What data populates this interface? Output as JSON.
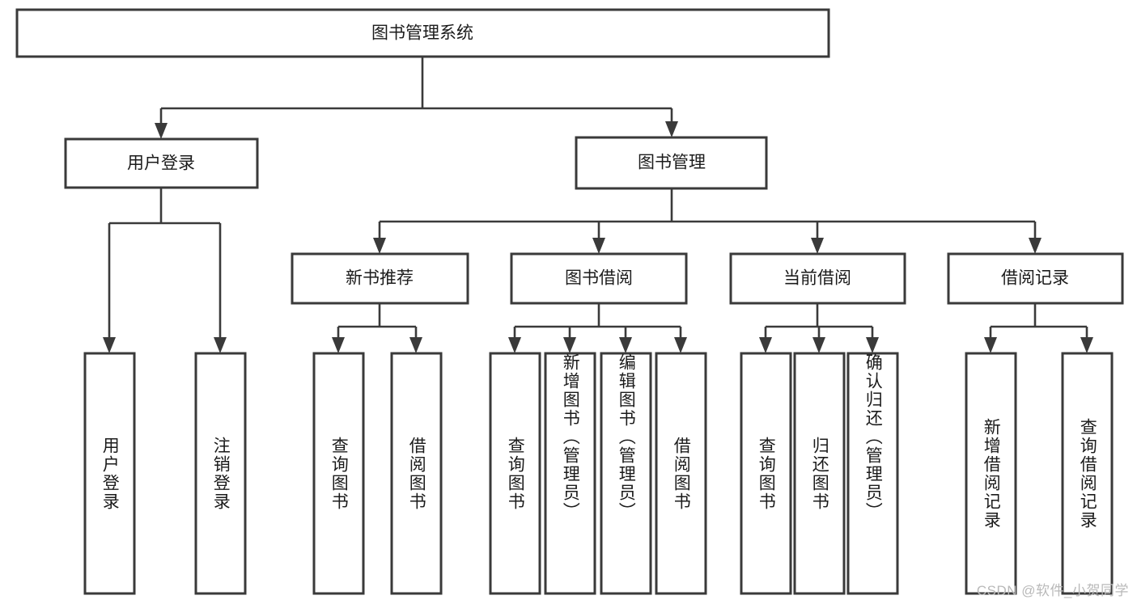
{
  "diagram": {
    "title": "图书管理系统",
    "type": "tree-hierarchy-diagram",
    "root": {
      "id": "root",
      "label": "图书管理系统",
      "orientation": "horizontal"
    },
    "level2": [
      {
        "id": "user-login",
        "label": "用户登录",
        "orientation": "horizontal"
      },
      {
        "id": "book-management",
        "label": "图书管理",
        "orientation": "horizontal"
      }
    ],
    "level3": [
      {
        "id": "new-book-recommend",
        "label": "新书推荐",
        "orientation": "horizontal",
        "parent": "book-management"
      },
      {
        "id": "book-borrow",
        "label": "图书借阅",
        "orientation": "horizontal",
        "parent": "book-management"
      },
      {
        "id": "current-borrow",
        "label": "当前借阅",
        "orientation": "horizontal",
        "parent": "book-management"
      },
      {
        "id": "borrow-record",
        "label": "借阅记录",
        "orientation": "horizontal",
        "parent": "book-management"
      }
    ],
    "leaves": [
      {
        "id": "leaf-user-login",
        "label": "用户登录",
        "parent": "user-login",
        "orientation": "vertical"
      },
      {
        "id": "leaf-logout-login",
        "label": "注销登录",
        "parent": "user-login",
        "orientation": "vertical"
      },
      {
        "id": "leaf-query-book-1",
        "label": "查询图书",
        "parent": "new-book-recommend",
        "orientation": "vertical"
      },
      {
        "id": "leaf-borrow-book-1",
        "label": "借阅图书",
        "parent": "new-book-recommend",
        "orientation": "vertical"
      },
      {
        "id": "leaf-query-book-2",
        "label": "查询图书",
        "parent": "book-borrow",
        "orientation": "vertical"
      },
      {
        "id": "leaf-add-book",
        "label": "新增图书（管理员）",
        "parent": "book-borrow",
        "orientation": "vertical"
      },
      {
        "id": "leaf-edit-book",
        "label": "编辑图书（管理员）",
        "parent": "book-borrow",
        "orientation": "vertical"
      },
      {
        "id": "leaf-borrow-book-2",
        "label": "借阅图书",
        "parent": "book-borrow",
        "orientation": "vertical"
      },
      {
        "id": "leaf-query-book-3",
        "label": "查询图书",
        "parent": "current-borrow",
        "orientation": "vertical"
      },
      {
        "id": "leaf-return-book",
        "label": "归还图书",
        "parent": "current-borrow",
        "orientation": "vertical"
      },
      {
        "id": "leaf-confirm-return",
        "label": "确认归还（管理员）",
        "parent": "current-borrow",
        "orientation": "vertical"
      },
      {
        "id": "leaf-add-borrow-record",
        "label": "新增借阅记录",
        "parent": "borrow-record",
        "orientation": "vertical"
      },
      {
        "id": "leaf-query-borrow-record",
        "label": "查询借阅记录",
        "parent": "borrow-record",
        "orientation": "vertical"
      }
    ],
    "colors": {
      "background": "#ffffff",
      "box_fill": "#ffffff",
      "box_stroke": "#3a3a3a",
      "connector": "#3a3a3a",
      "text": "#1b1b1b",
      "watermark": "#b9b9b9"
    }
  },
  "watermark": {
    "text": "CSDN @软件_小贺同学"
  }
}
